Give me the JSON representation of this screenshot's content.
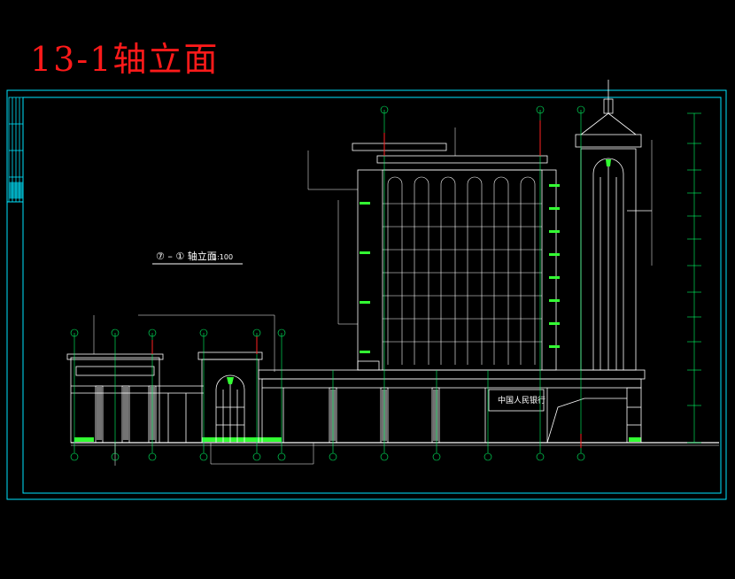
{
  "header": {
    "title": "13-1轴立面"
  },
  "drawing": {
    "view_label": "⑦ – ① 轴立面",
    "scale": "1:100",
    "sign_text": "中国人民银行"
  },
  "colors": {
    "frame": "#00e5ff",
    "wall": "#ffffff",
    "axis": "#00ff66",
    "ground": "#33ff33",
    "accent": "#ff2222",
    "label": "#ffff66",
    "callout": "#ff44ff"
  }
}
